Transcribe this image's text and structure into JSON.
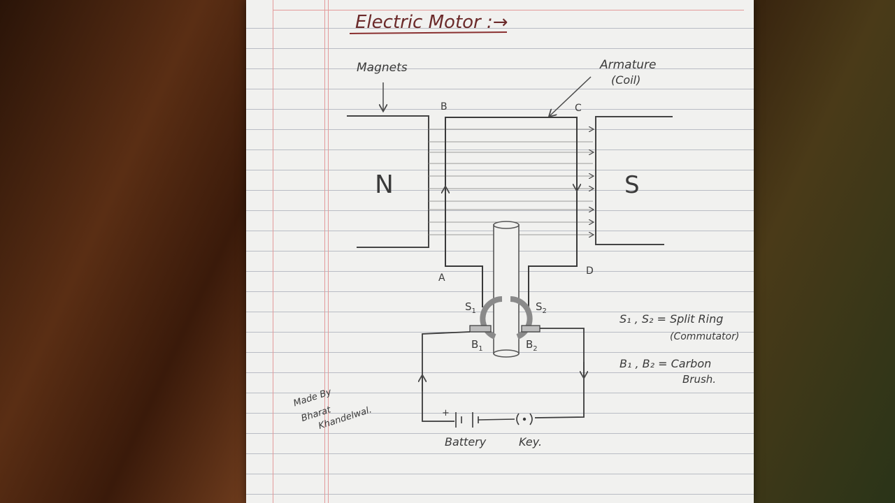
{
  "title": "Electric Motor :→",
  "labels": {
    "magnets": "Magnets",
    "armature": "Armature",
    "coil": "(Coil)",
    "pole_n": "N",
    "pole_s": "S",
    "corner_a": "A",
    "corner_b": "B",
    "corner_c": "C",
    "corner_d": "D",
    "s1": "S",
    "s1_sub": "1",
    "s2": "S",
    "s2_sub": "2",
    "b1": "B",
    "b1_sub": "1",
    "b2": "B",
    "b2_sub": "2",
    "battery": "Battery",
    "key": "Key.",
    "battery_plus": "+"
  },
  "legend": {
    "split_ring_line1": "S₁ , S₂ = Split Ring",
    "split_ring_line2": "(Commutator)",
    "carbon_line1": "B₁ , B₂ = Carbon",
    "carbon_line2": "Brush."
  },
  "signature": {
    "line1": "Made By",
    "line2": "Bharat",
    "line3": "Khandelwal."
  },
  "colors": {
    "ink": "#3a3a3a",
    "title_ink": "#6b2a2a",
    "margin_red": "#e39a9a",
    "ruling": "#b9bcc4"
  }
}
